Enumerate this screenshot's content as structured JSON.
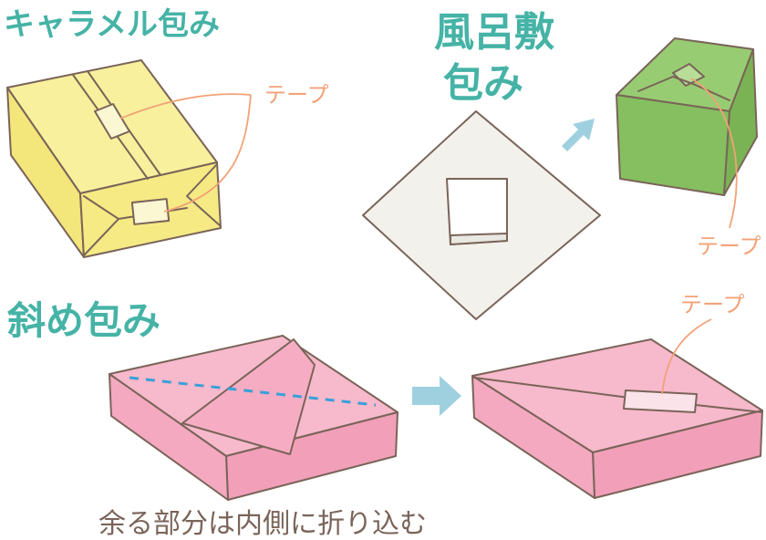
{
  "titles": {
    "caramel": "キャラメル包み",
    "furoshiki_line1": "風呂敷",
    "furoshiki_line2": "包み",
    "diagonal": "斜め包み"
  },
  "labels": {
    "tape_caramel": "テープ",
    "tape_furoshiki": "テープ",
    "tape_diagonal": "テープ"
  },
  "caption": "余る部分は内側に折り込む",
  "colors": {
    "title": "#45b3a6",
    "tape_label": "#f2a278",
    "outline": "#7a6459",
    "caramel_box": "#f6ec8a",
    "furoshiki_box": "#8fc56a",
    "cloth": "#f3f1ec",
    "diagonal_paper": "#f5a6c0",
    "arrow": "#9fd0e0",
    "dashed_line": "#3aa0d8"
  },
  "icons": [
    "arrow-right-icon",
    "arrow-up-right-icon"
  ]
}
